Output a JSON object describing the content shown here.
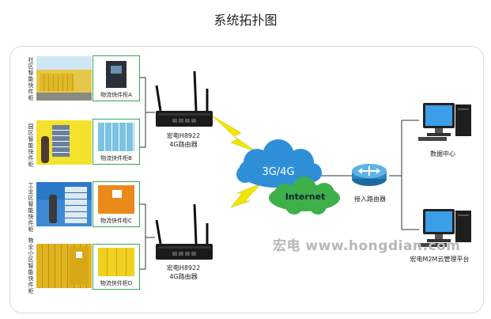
{
  "title": "系统拓扑图",
  "sites": [
    {
      "name": "社区智能快件柜",
      "locker": "物流快件柜A"
    },
    {
      "name": "园区智能快件柜",
      "locker": "物流快件柜B"
    },
    {
      "name": "工业区智能快件柜",
      "locker": "物流快件柜C"
    },
    {
      "name": "物业小区智能快件柜",
      "locker": "物流快件柜D"
    }
  ],
  "routers": [
    {
      "name": "宏电H8922",
      "type": "4G路由器"
    },
    {
      "name": "宏电H8922",
      "type": "4G路由器"
    }
  ],
  "network": {
    "mobile": "3G/4G",
    "internet": "Internet"
  },
  "access_router": "接入路由器",
  "servers": {
    "data_center": "数据中心",
    "platform": "宏电M2M云管理平台"
  },
  "watermark": "宏电 www.hongdian.com",
  "colors": {
    "frame_green": "#3aa55a",
    "cloud_blue": "#2e8fd8",
    "cloud_green": "#3db04a",
    "bolt_yellow": "#f2e600"
  }
}
